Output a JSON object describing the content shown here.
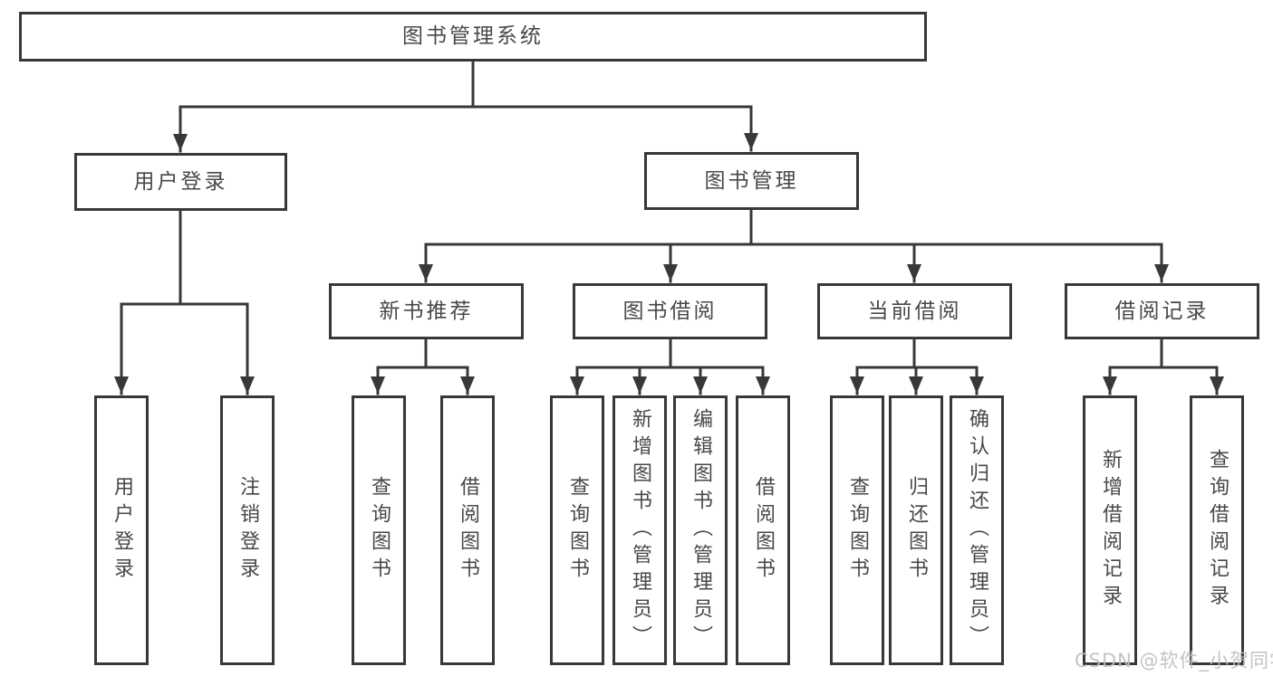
{
  "diagram": {
    "type": "hierarchy-tree",
    "root": {
      "label": "图书管理系统",
      "children": [
        {
          "label": "用户登录",
          "children": [
            {
              "label": "用户登录"
            },
            {
              "label": "注销登录"
            }
          ]
        },
        {
          "label": "图书管理",
          "children": [
            {
              "label": "新书推荐",
              "children": [
                {
                  "label": "查询图书"
                },
                {
                  "label": "借阅图书"
                }
              ]
            },
            {
              "label": "图书借阅",
              "children": [
                {
                  "label": "查询图书"
                },
                {
                  "label": "新增图书（管理员）"
                },
                {
                  "label": "编辑图书（管理员）"
                },
                {
                  "label": "借阅图书"
                }
              ]
            },
            {
              "label": "当前借阅",
              "children": [
                {
                  "label": "查询图书"
                },
                {
                  "label": "归还图书"
                },
                {
                  "label": "确认归还（管理员）"
                }
              ]
            },
            {
              "label": "借阅记录",
              "children": [
                {
                  "label": "新增借阅记录"
                },
                {
                  "label": "查询借阅记录"
                }
              ]
            }
          ]
        }
      ]
    }
  },
  "watermark": {
    "text": "CSDN @软件_小贺同学",
    "color": "#bebebe"
  },
  "colors": {
    "line": "#383838",
    "box_border": "#383838",
    "box_fill": "#ffffff",
    "text": "#484848",
    "background": "#ffffff"
  }
}
